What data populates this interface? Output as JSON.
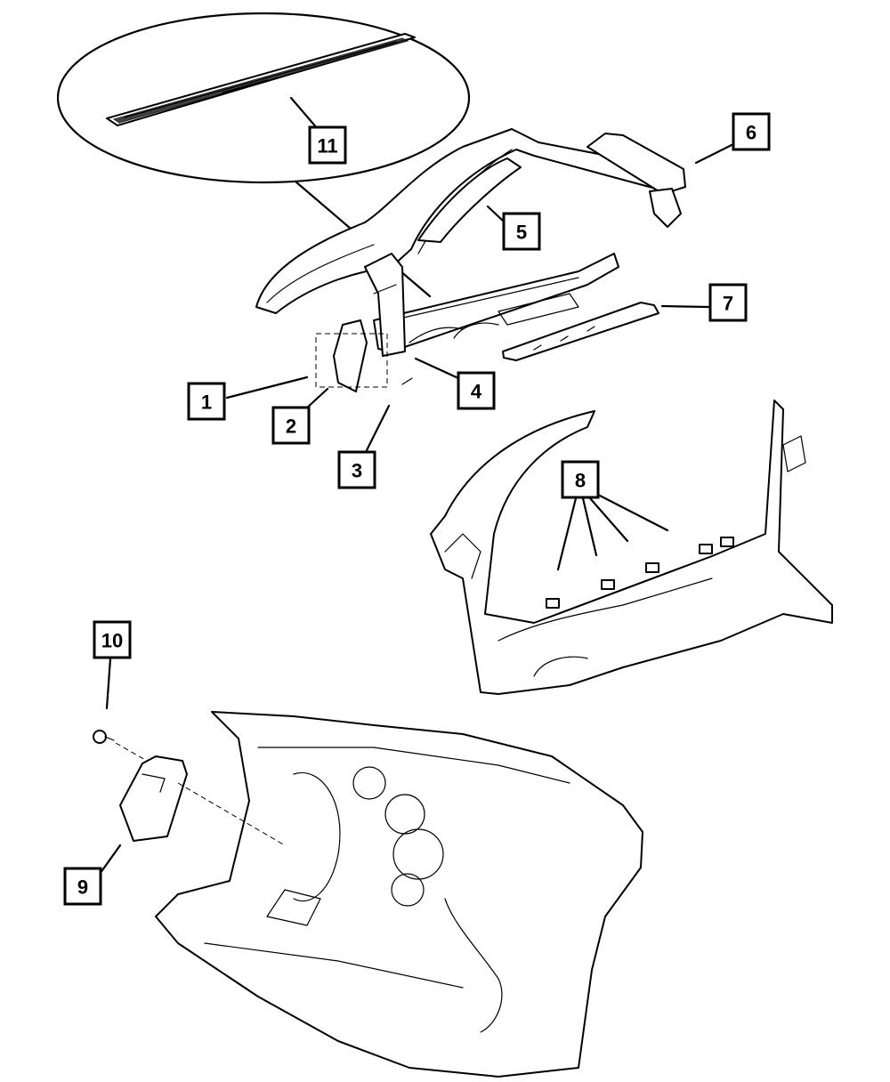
{
  "colors": {
    "ink": "#000000",
    "paper": "#ffffff"
  },
  "callouts": [
    {
      "id": "c1",
      "label": "1"
    },
    {
      "id": "c2",
      "label": "2"
    },
    {
      "id": "c3",
      "label": "3"
    },
    {
      "id": "c4",
      "label": "4"
    },
    {
      "id": "c5",
      "label": "5"
    },
    {
      "id": "c6",
      "label": "6"
    },
    {
      "id": "c7",
      "label": "7"
    },
    {
      "id": "c8",
      "label": "8"
    },
    {
      "id": "c9",
      "label": "9"
    },
    {
      "id": "c10",
      "label": "10"
    },
    {
      "id": "c11",
      "label": "11"
    }
  ],
  "views": [
    {
      "id": "upper-body-side-view"
    },
    {
      "id": "sill-plate-detail-inset"
    },
    {
      "id": "sill-clip-view"
    },
    {
      "id": "dash-panel-view"
    }
  ]
}
